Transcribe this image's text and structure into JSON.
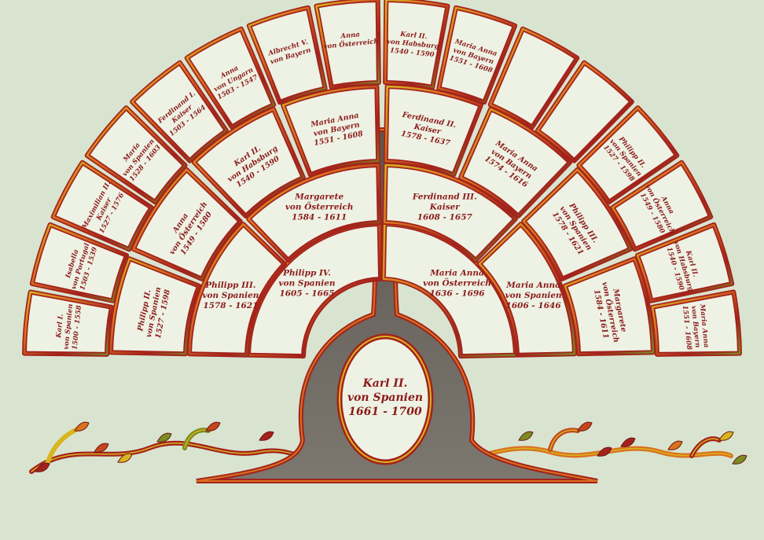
{
  "subject": {
    "name": "Karl II.",
    "line2": "von Spanien",
    "dates": "1661 - 1700"
  },
  "generation1": [
    {
      "name": "Philipp IV.",
      "line2": "von Spanien",
      "dates": "1605 - 1665"
    },
    {
      "name": "Maria Anna",
      "line2": "von Österreich",
      "dates": "1636 - 1696"
    }
  ],
  "generation2": [
    {
      "name": "Philipp III.",
      "line2": "von Spanien",
      "dates": "1578 - 1621"
    },
    {
      "name": "Margarete",
      "line2": "von Österreich",
      "dates": "1584 - 1611"
    },
    {
      "name": "Ferdinand III.",
      "line2": "Kaiser",
      "dates": "1608 - 1657"
    },
    {
      "name": "Maria Anna",
      "line2": "von Spanien",
      "dates": "1606 - 1646"
    }
  ],
  "generation3": [
    {
      "name": "Philipp II.",
      "line2": "von Spanien",
      "dates": "1527 - 1598"
    },
    {
      "name": "Anna",
      "line2": "von Österreich",
      "dates": "1549 - 1580"
    },
    {
      "name": "Karl II.",
      "line2": "von Habsburg",
      "dates": "1540 - 1590"
    },
    {
      "name": "Maria Anna",
      "line2": "von Bayern",
      "dates": "1551 - 1608"
    },
    {
      "name": "Ferdinand II.",
      "line2": "Kaiser",
      "dates": "1578 - 1637"
    },
    {
      "name": "Maria Anna",
      "line2": "von Bayern",
      "dates": "1574 - 1616"
    },
    {
      "name": "Philipp III.",
      "line2": "von Spanien",
      "dates": "1578 - 1621"
    },
    {
      "name": "Margarete",
      "line2": "von Österreich",
      "dates": "1584 - 1611"
    }
  ],
  "generation4": [
    {
      "name": "Karl I.",
      "line2": "von Spanien",
      "dates": "1500 - 1558"
    },
    {
      "name": "Isabella",
      "line2": "von Portugal",
      "dates": "1503 - 1539"
    },
    {
      "name": "Maximilian II.",
      "line2": "Kaiser",
      "dates": "1527 - 1576"
    },
    {
      "name": "Maria",
      "line2": "von Spanien",
      "dates": "1528 - 1603"
    },
    {
      "name": "Ferdinand I.",
      "line2": "Kaiser",
      "dates": "1503 - 1564"
    },
    {
      "name": "Anna",
      "line2": "von Ungarn",
      "dates": "1503 - 1547"
    },
    {
      "name": "Albrecht V.",
      "line2": "von Bayern",
      "dates": ""
    },
    {
      "name": "Anna",
      "line2": "von Österreich",
      "dates": ""
    },
    {
      "name": "Karl II.",
      "line2": "von Habsburg",
      "dates": "1540 - 1590"
    },
    {
      "name": "Maria Anna",
      "line2": "von Bayern",
      "dates": "1551 - 1608"
    },
    {
      "name": "",
      "line2": "",
      "dates": ""
    },
    {
      "name": "",
      "line2": "",
      "dates": ""
    },
    {
      "name": "Philipp II.",
      "line2": "von Spanien",
      "dates": "1527 - 1598"
    },
    {
      "name": "Anna",
      "line2": "von Österreich",
      "dates": "1549 - 1580"
    },
    {
      "name": "Karl II.",
      "line2": "von Habsburg",
      "dates": "1540 - 1590"
    },
    {
      "name": "Maria Anna",
      "line2": "von Bayern",
      "dates": "1551 - 1608"
    }
  ],
  "colors": {
    "background": "#d9e4d0",
    "box_fill": "#eef2e4",
    "text": "#8b1a1a",
    "trunk": "#6e6a63",
    "frame_red": "#a3221c",
    "frame_orange": "#d9711f",
    "frame_yellow": "#d8b51e",
    "frame_green": "#7a8c22"
  }
}
